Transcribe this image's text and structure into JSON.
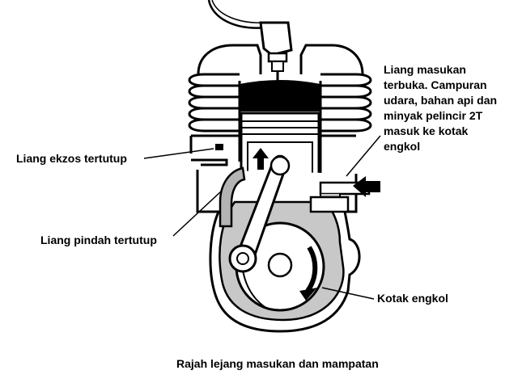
{
  "labels": {
    "exhaust_port": "Liang ekzos tertutup",
    "transfer_port": "Liang pindah tertutup",
    "intake_port": [
      "Liang masukan",
      "terbuka. Campuran",
      "udara, bahan api dan",
      "minyak pelincir 2T",
      "masuk ke kotak",
      "engkol"
    ],
    "crankcase": "Kotak engkol"
  },
  "caption": "Rajah lejang masukan dan mampatan",
  "colors": {
    "ink": "#000000",
    "crankcase_fill": "#c8c8c8",
    "transfer_fill": "#b4b4b4",
    "paper": "#ffffff"
  },
  "icons": {
    "piston_motion": "arrow-up-icon",
    "intake_flow": "arrow-left-icon",
    "crank_rotation": "curved-arrow-clockwise-icon"
  }
}
